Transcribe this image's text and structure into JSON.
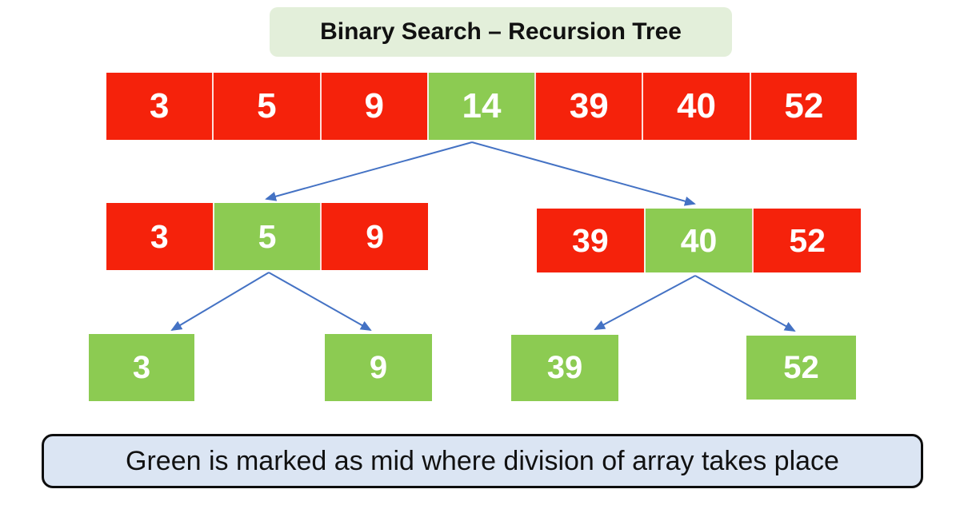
{
  "title": "Binary Search – Recursion Tree",
  "caption": "Green is marked as mid where division of array takes place",
  "colors": {
    "red": "#f5220b",
    "green": "#8ccb52",
    "arrow": "#4472c4",
    "title_bg": "#e3efda",
    "caption_bg": "#dbe5f3",
    "caption_border": "#0d0d0d",
    "cell_text": "#ffffff"
  },
  "tree": {
    "root": {
      "cells": [
        {
          "value": "3",
          "mid": false
        },
        {
          "value": "5",
          "mid": false
        },
        {
          "value": "9",
          "mid": false
        },
        {
          "value": "14",
          "mid": true
        },
        {
          "value": "39",
          "mid": false
        },
        {
          "value": "40",
          "mid": false
        },
        {
          "value": "52",
          "mid": false
        }
      ]
    },
    "left_child": {
      "cells": [
        {
          "value": "3",
          "mid": false
        },
        {
          "value": "5",
          "mid": true
        },
        {
          "value": "9",
          "mid": false
        }
      ]
    },
    "right_child": {
      "cells": [
        {
          "value": "39",
          "mid": false
        },
        {
          "value": "40",
          "mid": true
        },
        {
          "value": "52",
          "mid": false
        }
      ]
    },
    "leaves": [
      {
        "value": "3"
      },
      {
        "value": "9"
      },
      {
        "value": "39"
      },
      {
        "value": "52"
      }
    ]
  }
}
